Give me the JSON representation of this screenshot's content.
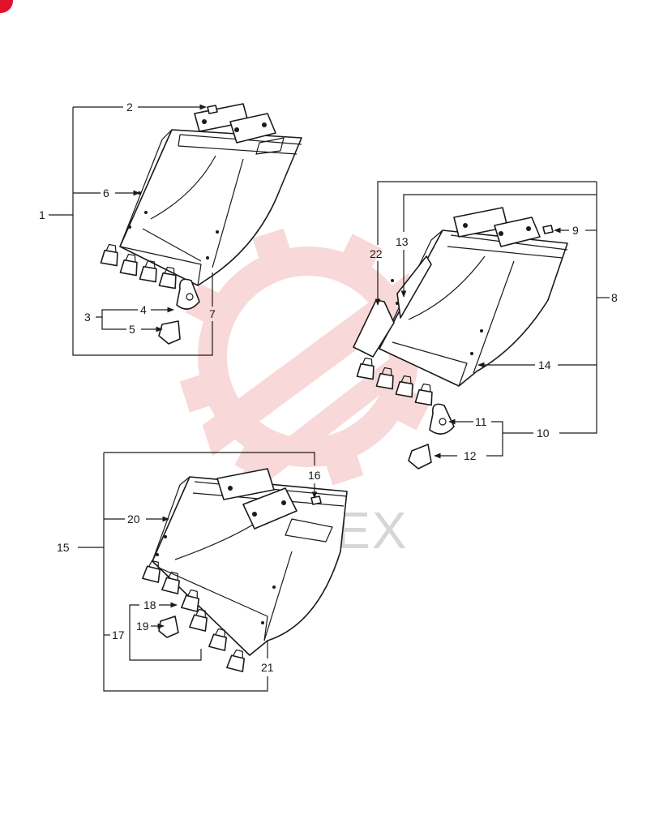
{
  "colors": {
    "ink": "#1a1a1a",
    "watermark": "#f3b9b9",
    "corner_dot": "#e3122b"
  },
  "watermark": {
    "text": "MITEX"
  },
  "callouts": [
    {
      "id": "1",
      "label": "1"
    },
    {
      "id": "2",
      "label": "2"
    },
    {
      "id": "3",
      "label": "3"
    },
    {
      "id": "4",
      "label": "4"
    },
    {
      "id": "5",
      "label": "5"
    },
    {
      "id": "6",
      "label": "6"
    },
    {
      "id": "7",
      "label": "7"
    },
    {
      "id": "8",
      "label": "8"
    },
    {
      "id": "9",
      "label": "9"
    },
    {
      "id": "10",
      "label": "10"
    },
    {
      "id": "11",
      "label": "11"
    },
    {
      "id": "12",
      "label": "12"
    },
    {
      "id": "13",
      "label": "13"
    },
    {
      "id": "14",
      "label": "14"
    },
    {
      "id": "15",
      "label": "15"
    },
    {
      "id": "16",
      "label": "16"
    },
    {
      "id": "17",
      "label": "17"
    },
    {
      "id": "18",
      "label": "18"
    },
    {
      "id": "19",
      "label": "19"
    },
    {
      "id": "20",
      "label": "20"
    },
    {
      "id": "21",
      "label": "21"
    },
    {
      "id": "22",
      "label": "22"
    }
  ]
}
